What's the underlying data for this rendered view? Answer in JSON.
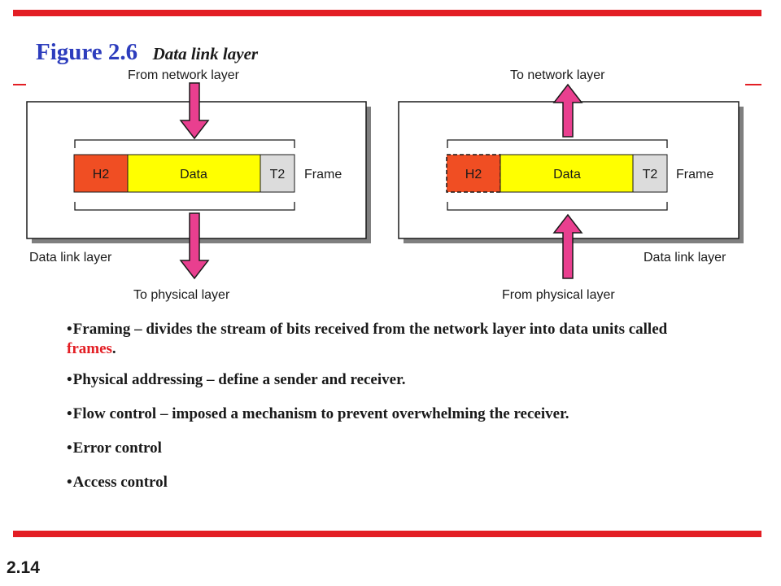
{
  "title": {
    "figure_number": "Figure 2.6",
    "caption": "Data link layer"
  },
  "diagram": {
    "sender": {
      "top_label": "From network layer",
      "bottom_label": "To physical layer",
      "box_label": "Data link layer",
      "frame": {
        "header": "H2",
        "data": "Data",
        "trailer": "T2",
        "label": "Frame"
      }
    },
    "receiver": {
      "top_label": "To network layer",
      "bottom_label": "From physical layer",
      "box_label": "Data link layer",
      "frame": {
        "header": "H2",
        "data": "Data",
        "trailer": "T2",
        "label": "Frame"
      }
    },
    "colors": {
      "header": "#f04e23",
      "data": "#ffff00",
      "trailer": "#dcdcdc",
      "arrow": "#e93f8f",
      "accent": "#e31e24"
    }
  },
  "bullets": [
    {
      "dot": "•",
      "before": "Framing – divides the stream of bits received from the network layer into data units called ",
      "highlight": "frames",
      "after": "."
    },
    {
      "dot": "•",
      "text": "Physical addressing – define a sender and receiver."
    },
    {
      "dot": "•",
      "text": "Flow control – imposed a mechanism to prevent overwhelming the receiver."
    },
    {
      "dot": "•",
      "text": "Error control"
    },
    {
      "dot": "•",
      "text": "Access control"
    }
  ],
  "slide_number": "2.14"
}
